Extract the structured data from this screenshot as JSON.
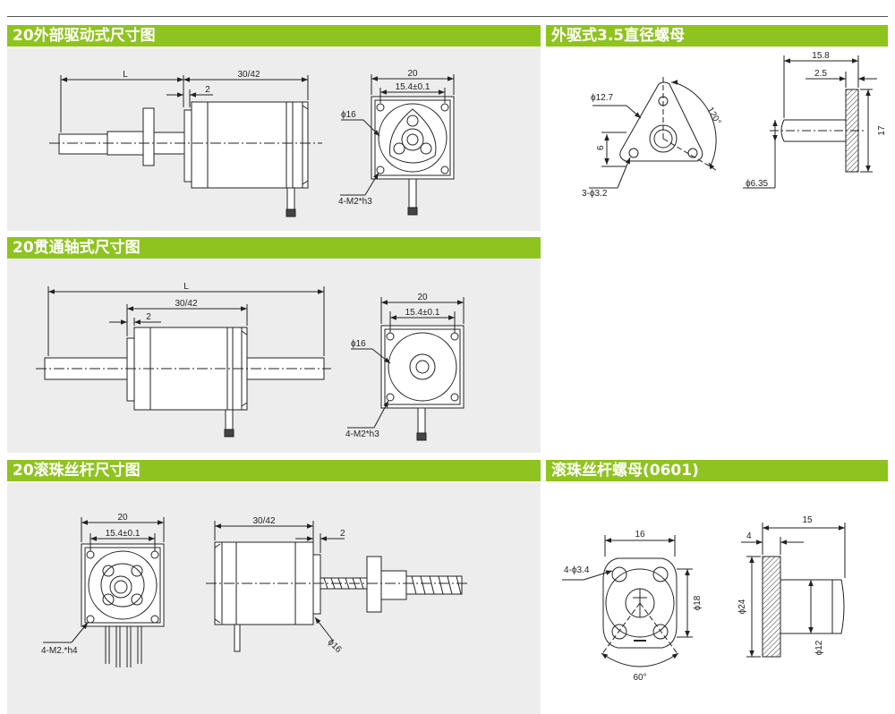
{
  "sections": {
    "ext_drive": {
      "title": "20外部驱动式尺寸图"
    },
    "nut35": {
      "title": "外驱式3.5直径螺母"
    },
    "through": {
      "title": "20贯通轴式尺寸图"
    },
    "ballscrew": {
      "title": "20滚珠丝杆尺寸图"
    },
    "ballnut": {
      "title": "滚珠丝杆螺母(0601)"
    }
  },
  "dims": {
    "ext": {
      "L": "L",
      "len": "30/42",
      "gap": "2",
      "sq": "20",
      "pcd": "15.4±0.1",
      "boss": "ϕ16",
      "holes": "4-M2*h3"
    },
    "nut35": {
      "d127": "ϕ12.7",
      "h6": "6",
      "angle": "120°",
      "holes": "3-ϕ3.2",
      "w158": "15.8",
      "w25": "2.5",
      "h17": "17",
      "d635": "ϕ6.35"
    },
    "thru": {
      "L": "L",
      "len": "30/42",
      "gap": "2",
      "sq": "20",
      "pcd": "15.4±0.1",
      "boss": "ϕ16",
      "holes": "4-M2*h3"
    },
    "ball": {
      "sq": "20",
      "pcd": "15.4±0.1",
      "holes": "4-M2.*h4",
      "len": "30/42",
      "gap": "2",
      "boss": "ϕ16"
    },
    "bnut": {
      "w16": "16",
      "holes": "4-ϕ3.4",
      "d18": "ϕ18",
      "angle": "60°",
      "w15": "15",
      "w4": "4",
      "d24": "ϕ24",
      "d12": "ϕ12"
    }
  }
}
